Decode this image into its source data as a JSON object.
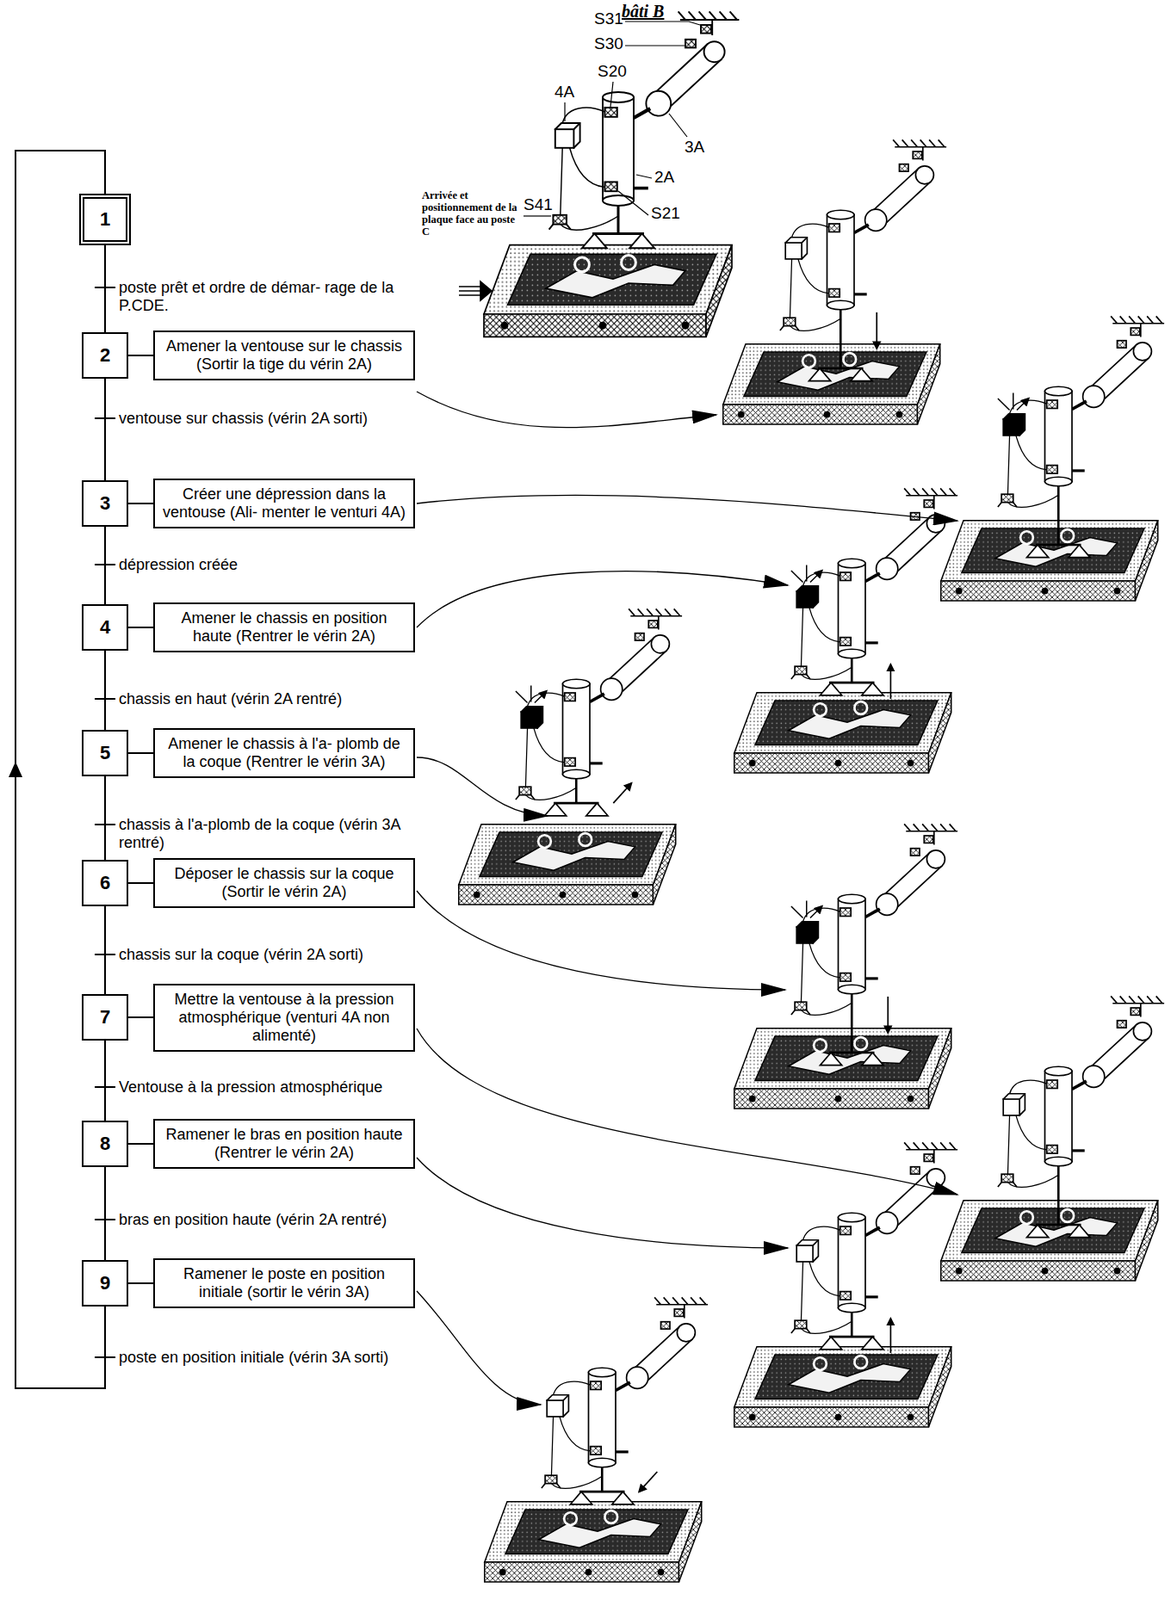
{
  "diagram": {
    "nodes": [
      {
        "text": [
          "1"
        ]
      },
      {
        "text": [
          "2"
        ]
      },
      {
        "text": [
          "Amener la ventouse sur le chassis (Sortir la tige du vérin 2A)"
        ]
      },
      {
        "text": [
          "3"
        ]
      },
      {
        "text": [
          "Créer une dépression dans la ventouse (Ali- menter le venturi 4A)"
        ]
      },
      {
        "text": [
          "4"
        ]
      },
      {
        "text": [
          "Amener le chassis en position haute (Rentrer le vérin 2A)"
        ]
      },
      {
        "text": [
          "5"
        ]
      },
      {
        "text": [
          "Amener le chassis à l'a- plomb de la coque (Rentrer le vérin 3A)"
        ]
      },
      {
        "text": [
          "6"
        ]
      },
      {
        "text": [
          "Déposer le chassis sur la coque (Sortir le vérin 2A)"
        ]
      },
      {
        "text": [
          "7"
        ]
      },
      {
        "text": [
          "Mettre la ventouse à la pression atmosphérique (venturi 4A non alimenté)"
        ]
      },
      {
        "text": [
          "8"
        ]
      },
      {
        "text": [
          "Ramener le bras en position haute (Rentrer le vérin 2A)"
        ]
      },
      {
        "text": [
          "9"
        ]
      },
      {
        "text": [
          "Ramener le poste en position initiale (sortir le vérin 3A)"
        ]
      }
    ],
    "edges": [
      {
        "from": 0,
        "to": 1,
        "label": "poste prêt et ordre de démar- rage de la P.CDE.",
        "arrow": "none"
      },
      {
        "from": 1,
        "to": 3,
        "label": "ventouse sur chassis (vérin 2A sorti)",
        "arrow": "none"
      },
      {
        "from": 3,
        "to": 5,
        "label": "dépression créée",
        "arrow": "none"
      },
      {
        "from": 5,
        "to": 7,
        "label": "chassis en haut (vérin 2A rentré)",
        "arrow": "none"
      },
      {
        "from": 7,
        "to": 9,
        "label": "chassis à l'a-plomb de la coque (vérin 3A rentré)",
        "arrow": "none"
      },
      {
        "from": 9,
        "to": 11,
        "label": "chassis sur la coque (vérin 2A sorti)",
        "arrow": "none"
      },
      {
        "from": 11,
        "to": 13,
        "label": "Ventouse à la pression atmosphérique",
        "arrow": "none"
      },
      {
        "from": 13,
        "to": 15,
        "label": "bras en position haute (vérin 2A rentré)",
        "arrow": "none"
      },
      {
        "from": 15,
        "to": 0,
        "label": "poste en position initiale (vérin 3A sorti)",
        "arrow": "to"
      },
      {
        "from": 1,
        "to": 2,
        "arrow": "none"
      },
      {
        "from": 3,
        "to": 4,
        "arrow": "none"
      },
      {
        "from": 5,
        "to": 6,
        "arrow": "none"
      },
      {
        "from": 7,
        "to": 8,
        "arrow": "none"
      },
      {
        "from": 9,
        "to": 10,
        "arrow": "none"
      },
      {
        "from": 11,
        "to": 12,
        "arrow": "none"
      },
      {
        "from": 13,
        "to": 14,
        "arrow": "none"
      },
      {
        "from": 15,
        "to": 16,
        "arrow": "none"
      }
    ],
    "labels": [
      "bâti B",
      "S31",
      "S30",
      "S20",
      "4A",
      "3A",
      "2A",
      "S41",
      "S21",
      "Arrivée et positionnement de la plaque face au poste C"
    ]
  }
}
